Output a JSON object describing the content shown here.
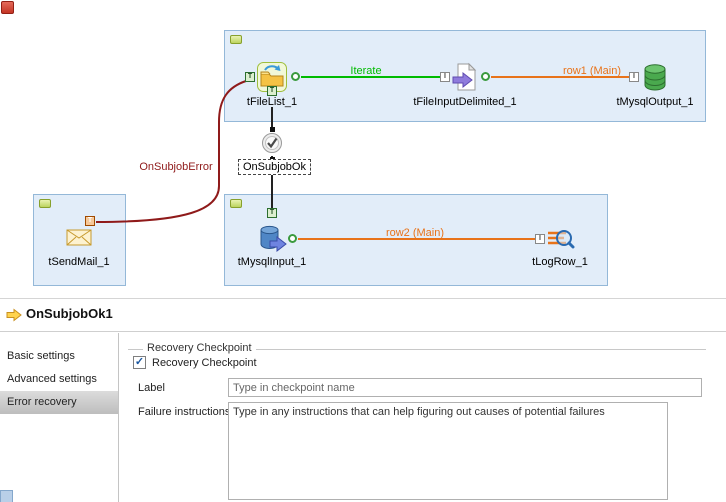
{
  "canvas": {
    "nodes": {
      "tFileList": "tFileList_1",
      "tFileInputDelimited": "tFileInputDelimited_1",
      "tMysqlOutput": "tMysqlOutput_1",
      "tMysqlInput": "tMysqlInput_1",
      "tLogRow": "tLogRow_1",
      "tSendMail": "tSendMail_1"
    },
    "links": {
      "iterate": "Iterate",
      "row1": "row1 (Main)",
      "row2": "row2 (Main)",
      "onSubjobError": "OnSubjobError",
      "onSubjobOk": "OnSubjobOk"
    },
    "connectors": {
      "trigger": "T",
      "input": "I"
    }
  },
  "properties": {
    "title": "OnSubjobOk1",
    "tabs": [
      "Basic settings",
      "Advanced settings",
      "Error recovery"
    ],
    "selected_tab": "Error recovery",
    "recovery_group": {
      "legend": "Recovery Checkpoint",
      "checkbox_label": "Recovery Checkpoint",
      "checkbox_checked": true
    },
    "fields": {
      "label": {
        "name": "Label",
        "value": "Type in checkpoint name"
      },
      "failure_instructions": {
        "name": "Failure instructions",
        "value": "Type in any instructions that can help figuring out causes of potential failures"
      }
    }
  },
  "icons": {
    "check": "✓"
  },
  "colors": {
    "iterate": "#00bb00",
    "row": "#e8731a",
    "error": "#8f1a1a",
    "ok": "#222222",
    "subjob-fill": "#e2edf9",
    "subjob-border": "#94b8d8"
  }
}
